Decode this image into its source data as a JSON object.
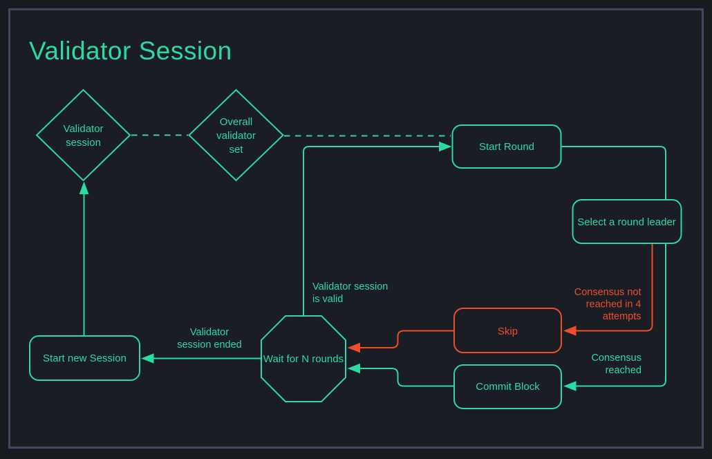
{
  "title": "Validator Session",
  "colors": {
    "accent": "#2bd9a3",
    "danger": "#ef4e2d",
    "background_outer": "#171a1f",
    "background_inner": "#1a1d23",
    "frame_border": "#3f4a5c"
  },
  "nodes": {
    "validator_session": {
      "type": "diamond",
      "lines": [
        "Validator",
        "session"
      ]
    },
    "overall_validator_set": {
      "type": "diamond",
      "lines": [
        "Overall",
        "validator",
        "set"
      ]
    },
    "start_round": {
      "type": "rounded-rect",
      "label": "Start Round"
    },
    "select_round_leader": {
      "type": "rounded-rect",
      "label": "Select a round leader"
    },
    "skip": {
      "type": "rounded-rect",
      "label": "Skip",
      "color": "danger"
    },
    "commit_block": {
      "type": "rounded-rect",
      "label": "Commit Block"
    },
    "wait_for_n_rounds": {
      "type": "octagon",
      "label": "Wait for N rounds"
    },
    "start_new_session": {
      "type": "rounded-rect",
      "label": "Start new Session"
    }
  },
  "edge_labels": {
    "session_valid": {
      "lines": [
        "Validator session",
        "is valid"
      ]
    },
    "consensus_not_reached": {
      "lines": [
        "Consensus not",
        "reached in 4",
        "attempts"
      ],
      "color": "danger"
    },
    "consensus_reached": {
      "lines": [
        "Consensus",
        "reached"
      ]
    },
    "session_ended": {
      "lines": [
        "Validator",
        "session ended"
      ]
    }
  }
}
